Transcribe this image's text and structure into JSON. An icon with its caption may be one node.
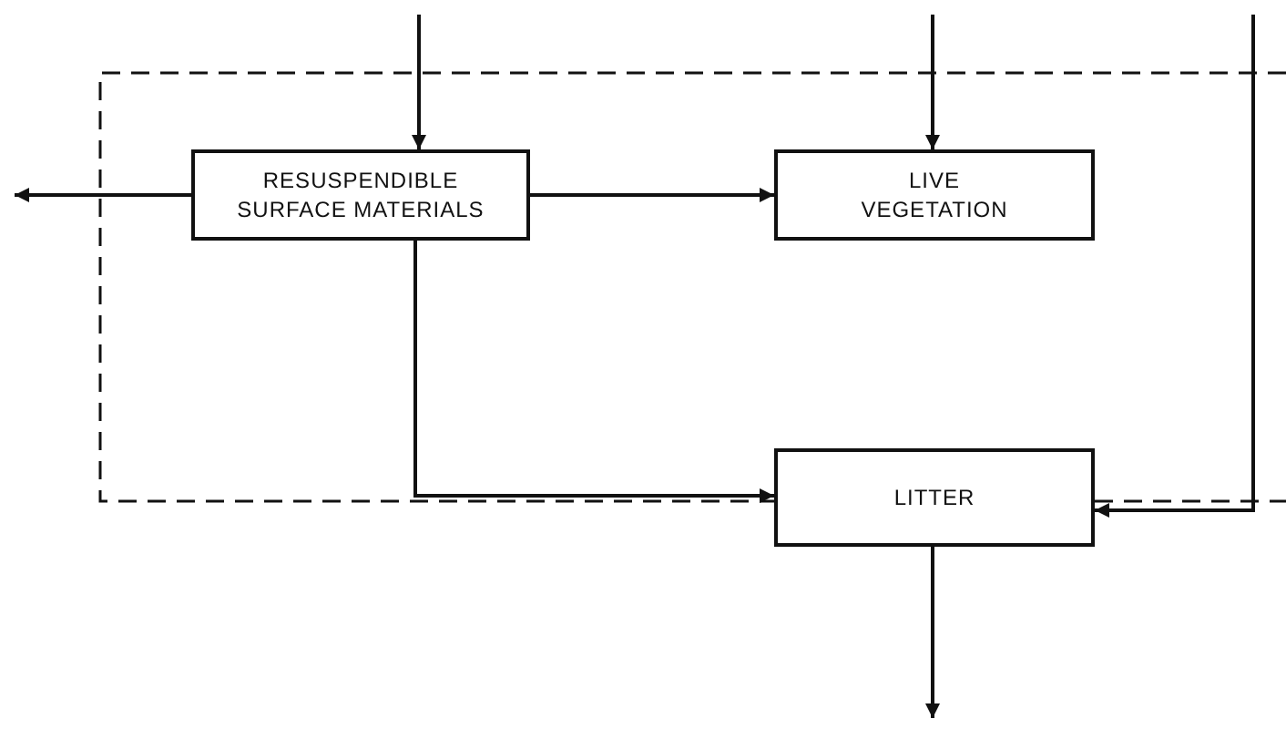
{
  "diagram": {
    "nodes": [
      {
        "text": [
          "RESUSPENDIBLE SURFACE MATERIALS"
        ]
      },
      {
        "text": [
          "LIVE VEGETATION"
        ]
      },
      {
        "text": [
          "LITTER"
        ]
      }
    ],
    "edges": [
      {
        "from": null,
        "to": 0,
        "arrow": "to"
      },
      {
        "from": null,
        "to": 1,
        "arrow": "to"
      },
      {
        "from": null,
        "to": 2,
        "arrow": "to"
      },
      {
        "from": 0,
        "to": null,
        "arrow": "to"
      },
      {
        "from": 0,
        "to": 1,
        "arrow": "to"
      },
      {
        "from": 0,
        "to": 2,
        "arrow": "to"
      },
      {
        "from": 2,
        "to": null,
        "arrow": "to"
      }
    ]
  }
}
